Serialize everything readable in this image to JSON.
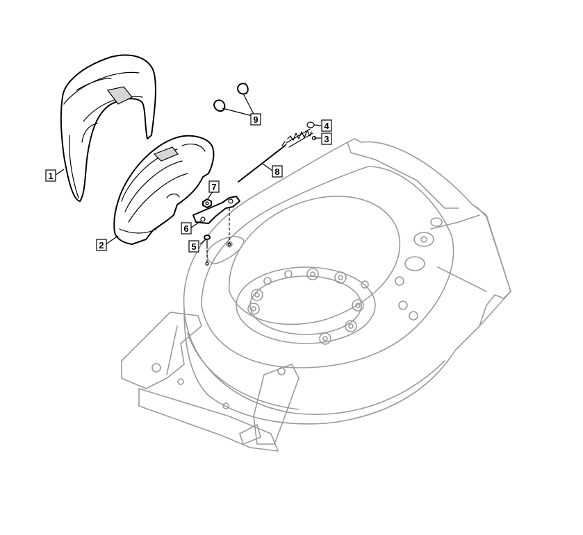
{
  "callouts": [
    {
      "id": "1",
      "label": "1"
    },
    {
      "id": "2",
      "label": "2"
    },
    {
      "id": "3",
      "label": "3"
    },
    {
      "id": "4",
      "label": "4"
    },
    {
      "id": "5",
      "label": "5"
    },
    {
      "id": "6",
      "label": "6"
    },
    {
      "id": "7",
      "label": "7"
    },
    {
      "id": "8",
      "label": "8"
    },
    {
      "id": "9",
      "label": "9"
    }
  ],
  "colors": {
    "part_outline": "#000000",
    "deck_outline": "#9a9a9a",
    "background": "#ffffff"
  }
}
